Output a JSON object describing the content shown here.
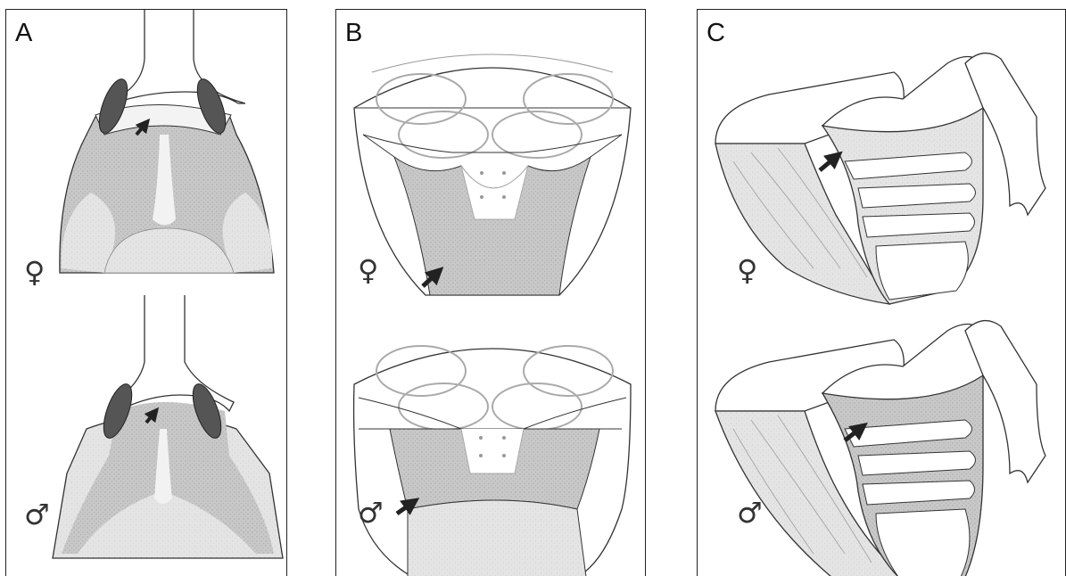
{
  "panels": [
    {
      "label": "A",
      "female_symbol": "♀",
      "male_symbol": "♂"
    },
    {
      "label": "B",
      "female_symbol": "♀",
      "male_symbol": "♂"
    },
    {
      "label": "C",
      "female_symbol": "♀",
      "male_symbol": "♂"
    }
  ],
  "colors": {
    "outline": "#333333",
    "shade_dark": "#b4b4b4",
    "shade_medium": "#cdcdcd",
    "shade_light": "#e2e2e2",
    "coxa_dark": "#555555",
    "arrow": "#222222",
    "highlight": "#f4f4f4"
  }
}
